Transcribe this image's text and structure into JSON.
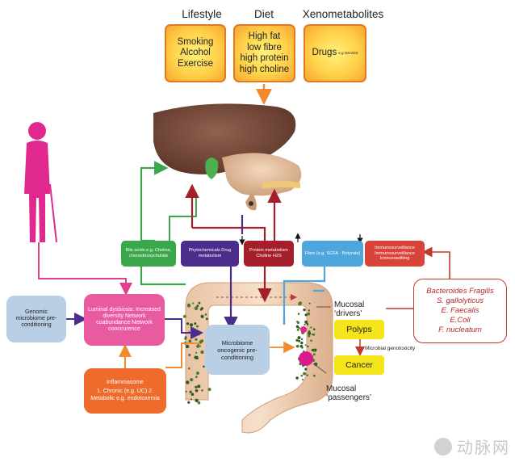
{
  "headers": {
    "lifestyle": "Lifestyle",
    "diet": "Diet",
    "xeno": "Xenometabolites"
  },
  "top_boxes": {
    "lifestyle": [
      "Smoking",
      "Alcohol",
      "Exercise"
    ],
    "diet": [
      "High fat",
      "low fibre",
      "high protein",
      "high choline"
    ],
    "drugs": {
      "main": "Drugs",
      "sub": "e.g NSAIDS"
    }
  },
  "metabolite_boxes": {
    "bile": "Bile acids e.g. Choline, chenodeoxycholate",
    "phyto": "Phytochemicals Drug metabolism",
    "protein": "Protein metabolism Choline H2S",
    "fibre": "Fibre (e.g. SCFA - Butyrate)",
    "immuno": "Immunosurveillance Immunosurveillance Immunoediting"
  },
  "left_boxes": {
    "genomic": "Genomic microbiome pre-conditioning",
    "luminal": "Luminal dysbiosis: Increased diversity Network coabundance Network cooccurence",
    "inflam_title": "Inflammasome",
    "inflam_body": "1. Chronic (e.g. UC) 2. Metabolic e.g. endotoxemia"
  },
  "center_box": "Microbiome oncogenic pre-conditioning",
  "bacteria": [
    "Bacteroides Fragilis",
    "S. gallolyticus",
    "E. Faecalis",
    "E.Coli",
    "F. nucleatum"
  ],
  "mucosal_drivers": "Mucosal ‘drivers’",
  "mucosal_passengers": "Mucosal ‘passengers’",
  "polyps": "Polyps",
  "cancer": "Cancer",
  "genotoxicity": "Microbial genotoxicity",
  "watermark": "动脉网",
  "colors": {
    "orange": "#f28a2e",
    "green": "#3aa84a",
    "purple": "#4b2d8c",
    "darkred": "#a51f2a",
    "blue": "#4fa6dc",
    "red": "#d9443a",
    "pink": "#e0408f",
    "yellow": "#f4e51a",
    "magenta": "#d81b8a",
    "liver": "#7a4d3c"
  }
}
